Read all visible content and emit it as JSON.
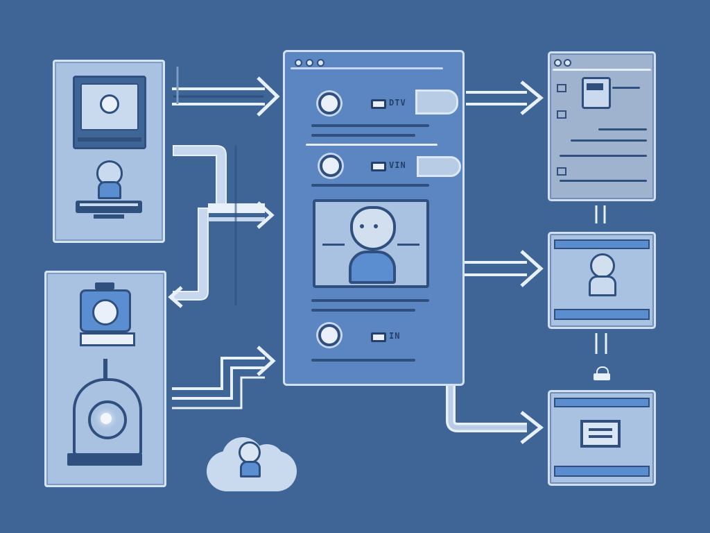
{
  "colors": {
    "background": "#3f6596",
    "panel_fill": "#a9c2e2",
    "panel_border": "#d6e4f4",
    "central_panel": "#5b86c2",
    "dark_line": "#2f4f7e",
    "accent_blue": "#5b8ed1"
  },
  "central_panel": {
    "rows": [
      {
        "tag_text": "DTV"
      },
      {
        "tag_text": "VIN"
      },
      {
        "tag_text": "IN"
      }
    ]
  },
  "icons": {
    "left_top": [
      "monitor-icon",
      "person-avatar-icon",
      "desk-icon"
    ],
    "left_bottom": [
      "device-icon",
      "lantern-icon"
    ],
    "cloud": "cloud-avatar-icon",
    "right": [
      "dashboard-window-icon",
      "avatar-window-icon",
      "form-window-icon",
      "lock-icon"
    ]
  }
}
